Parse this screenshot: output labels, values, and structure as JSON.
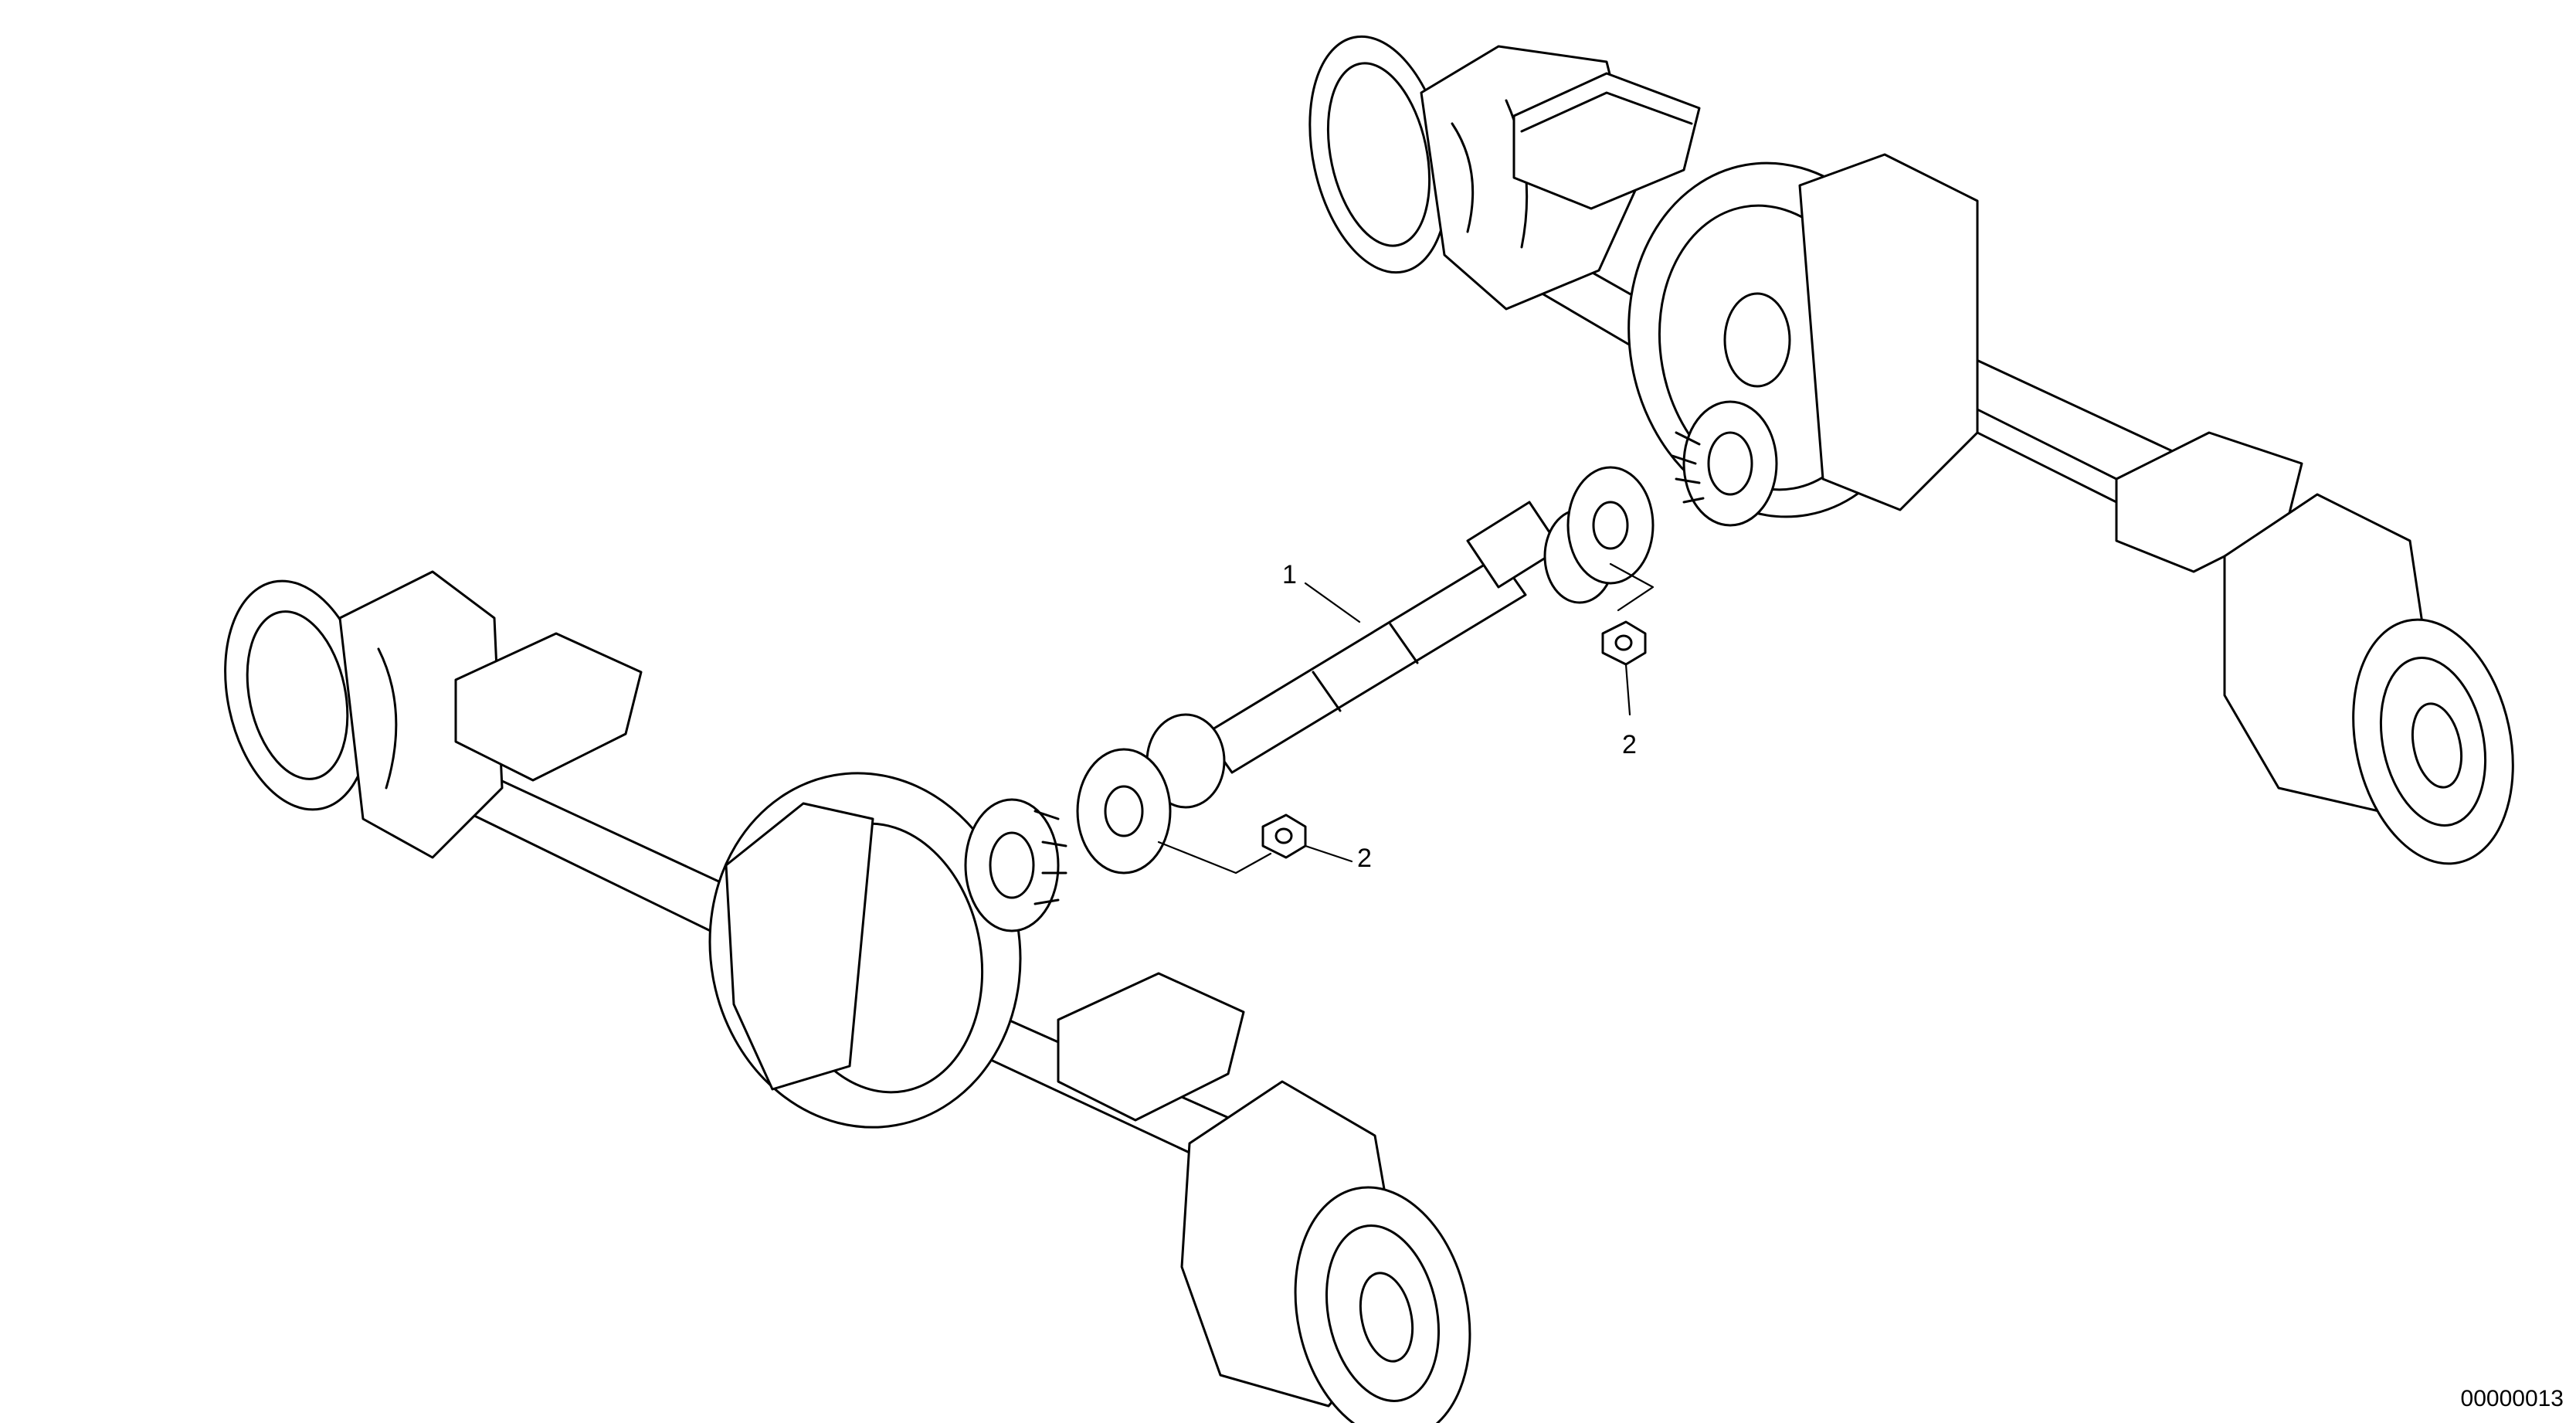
{
  "callouts": [
    {
      "id": "1",
      "label": "1"
    },
    {
      "id": "2a",
      "label": "2"
    },
    {
      "id": "2b",
      "label": "2"
    }
  ],
  "drawing_number": "00000013"
}
